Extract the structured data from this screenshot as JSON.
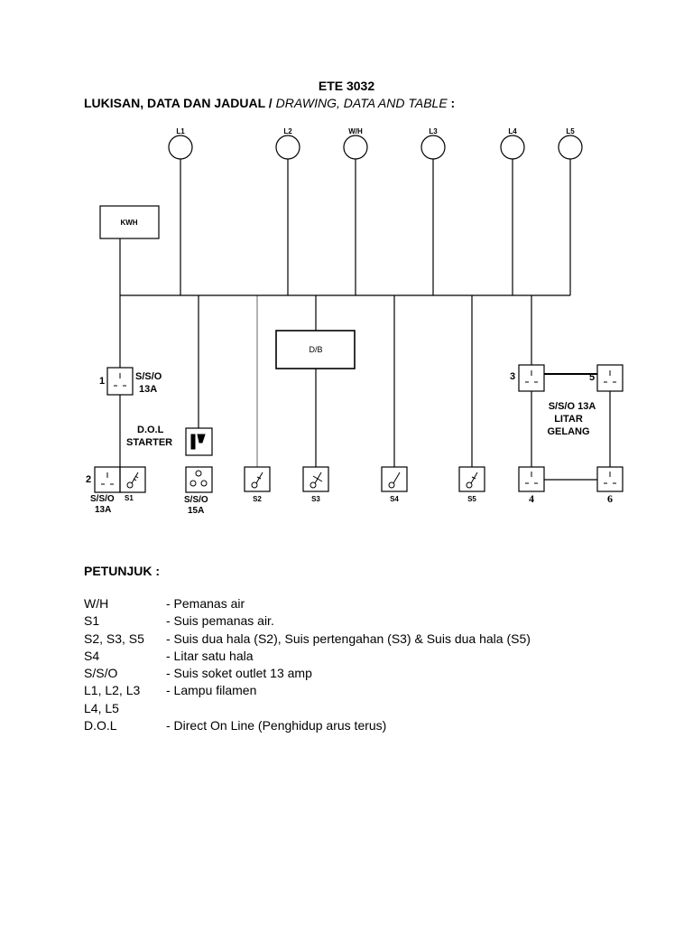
{
  "header": {
    "code": "ETE 3032",
    "title_bold": "LUKISAN, DATA DAN JADUAL / ",
    "title_italic": "DRAWING, DATA AND TABLE",
    "title_end": " :"
  },
  "diagram": {
    "lamps": {
      "l1": "L1",
      "l2": "L2",
      "wh": "W/H",
      "l3": "L3",
      "l4": "L4",
      "l5": "L5"
    },
    "kwh": "KWH",
    "db": "D/B",
    "dol_line1": "D.O.L",
    "dol_line2": "STARTER",
    "sso_top_num": "1",
    "sso_top_label1": "S/S/O",
    "sso_top_label2": "13A",
    "sso_bottom_num": "2",
    "sso_bottom_label1": "S/S/O",
    "sso_bottom_label2": "13A",
    "s1": "S1",
    "sso15_label1": "S/S/O",
    "sso15_label2": "15A",
    "s2": "S2",
    "s3": "S3",
    "s4": "S4",
    "s5": "S5",
    "ring_nums": {
      "n3": "3",
      "n5": "5",
      "n4": "4",
      "n6": "6"
    },
    "ring_label1": "S/S/O 13A",
    "ring_label2": "LITAR",
    "ring_label3": "GELANG"
  },
  "legend": {
    "title": "PETUNJUK :",
    "rows": [
      {
        "term": "W/H",
        "desc": "- Pemanas air"
      },
      {
        "term": "S1",
        "desc": "- Suis pemanas air."
      },
      {
        "term": "S2, S3, S5",
        "desc": "- Suis dua hala (S2), Suis pertengahan (S3) & Suis dua hala (S5)"
      },
      {
        "term": "S4",
        "desc": "- Litar satu hala"
      },
      {
        "term": "S/S/O",
        "desc": "- Suis soket outlet 13 amp"
      },
      {
        "term": "L1, L2, L3",
        "desc": "- Lampu filamen"
      },
      {
        "term": "L4, L5",
        "desc": ""
      },
      {
        "term": "D.O.L",
        "desc": "- Direct On Line (Penghidup arus terus)"
      }
    ]
  }
}
